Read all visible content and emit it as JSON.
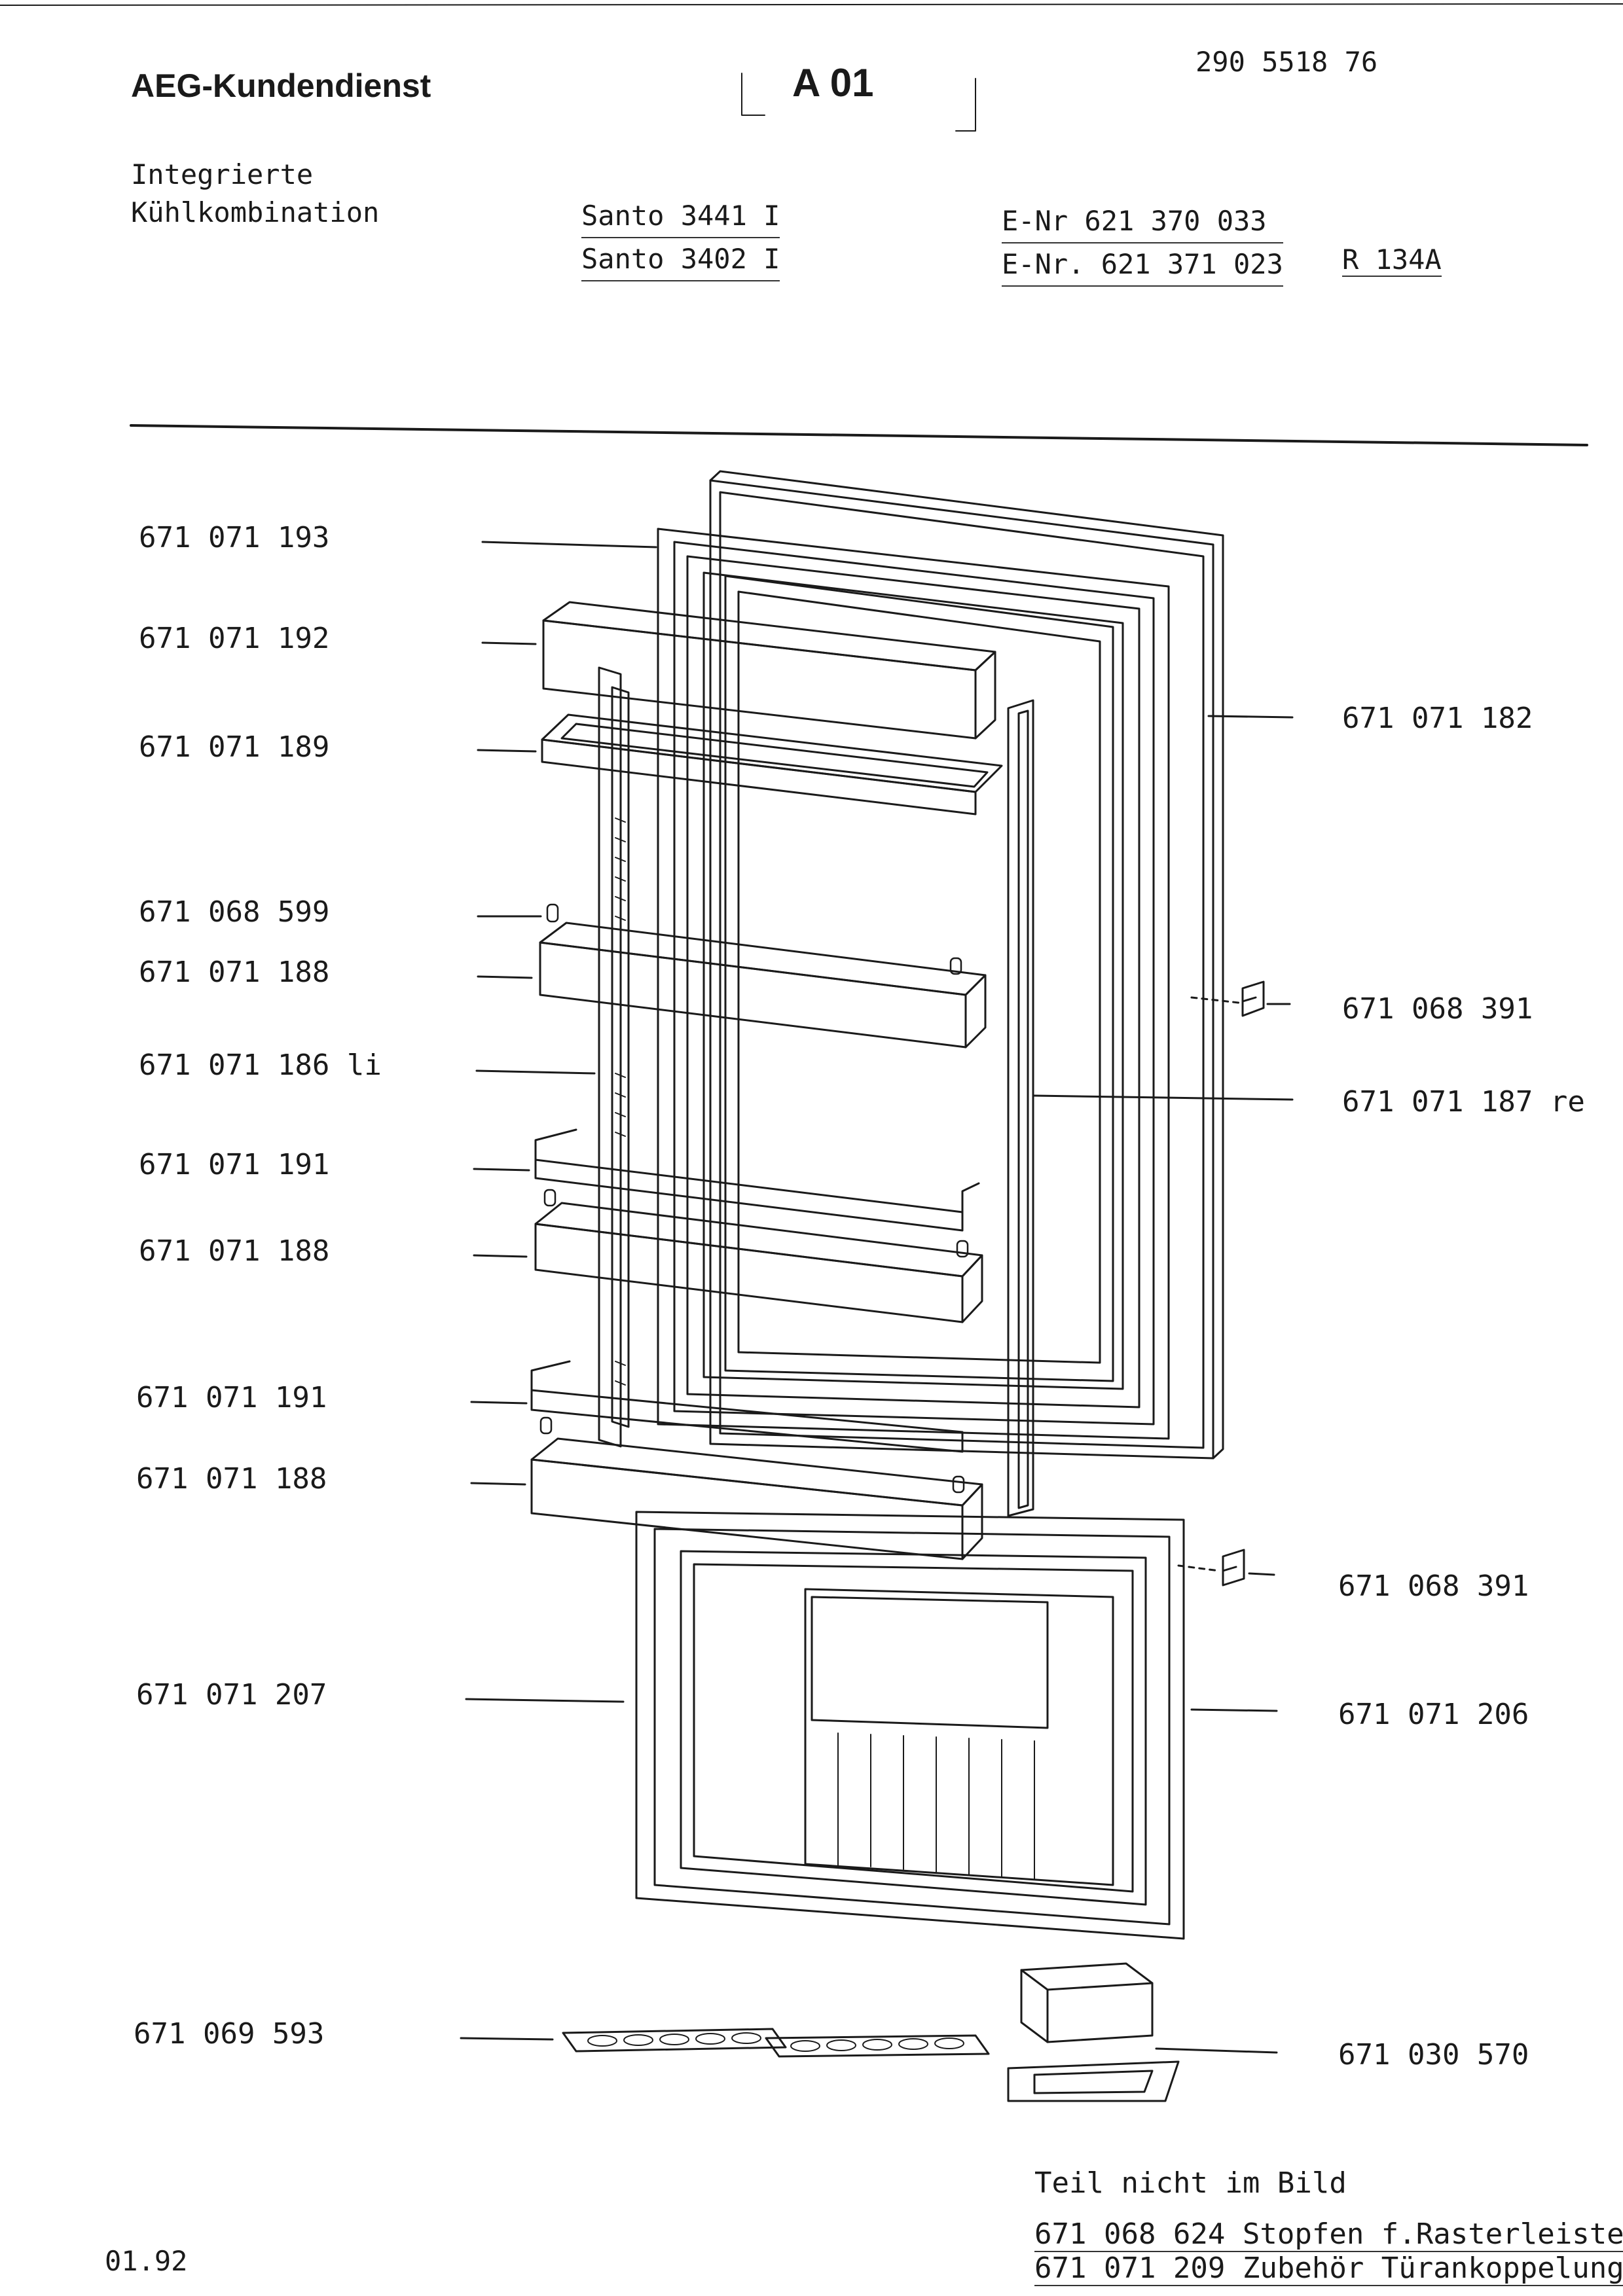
{
  "header": {
    "brand": "AEG-Kundendienst",
    "sheet": "A 01",
    "document_number": "290 5518 76",
    "product_type_line1": "Integrierte",
    "product_type_line2": "Kühlkombination",
    "models": [
      "Santo 3441 I",
      "Santo 3402 I"
    ],
    "enrs": [
      "E-Nr 621 370 033",
      "E-Nr. 621 371 023"
    ],
    "refrigerant": "R 134A"
  },
  "parts_left": [
    {
      "number": "671 071 193"
    },
    {
      "number": "671 071 192"
    },
    {
      "number": "671 071 189"
    },
    {
      "number": "671 068 599"
    },
    {
      "number": "671 071 188"
    },
    {
      "number": "671 071 186 li"
    },
    {
      "number": "671 071 191"
    },
    {
      "number": "671 071 188"
    },
    {
      "number": "671 071 191"
    },
    {
      "number": "671 071 188"
    },
    {
      "number": "671 071 207"
    },
    {
      "number": "671 069 593"
    }
  ],
  "parts_right": [
    {
      "number": "671 071 182"
    },
    {
      "number": "671 068 391"
    },
    {
      "number": "671 071 187 re"
    },
    {
      "number": "671 068 391"
    },
    {
      "number": "671 071 206"
    },
    {
      "number": "671 030 570"
    }
  ],
  "footer": {
    "not_in_picture_label": "Teil nicht im Bild",
    "notes": [
      "671 068 624 Stopfen f.Rasterleiste",
      "671 071 209 Zubehör Türankoppelung"
    ],
    "date": "01.92"
  }
}
